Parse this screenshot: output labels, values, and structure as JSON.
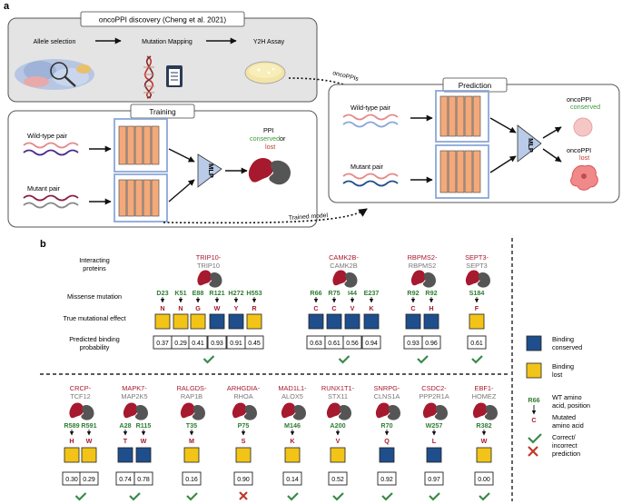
{
  "panel_a": {
    "label": "a",
    "discovery": {
      "title": "oncoPPI discovery (Cheng et al. 2021)",
      "steps": [
        "Allele selection",
        "Mutation Mapping",
        "Y2H Assay"
      ],
      "link_label": "oncoPPIs"
    },
    "training": {
      "title": "Training",
      "wildtype_label": "Wild-type pair",
      "mutant_label": "Mutant pair",
      "mlp_label": "MLP",
      "ppi_label": "PPI",
      "conserved_label": "conserved",
      "or_label": " or",
      "lost_label": "lost",
      "trained_model_label": "Trained model"
    },
    "prediction": {
      "title": "Prediction",
      "wildtype_label": "Wild-type pair",
      "mutant_label": "Mutant pair",
      "mlp_label": "MLP",
      "oncoppi_label": "oncoPPI",
      "conserved_label": "conserved",
      "lost_label": "lost"
    }
  },
  "panel_b": {
    "label": "b",
    "row_labels": {
      "interacting_1": "Interacting",
      "interacting_2": "proteins",
      "missense": "Missense mutation",
      "effect": "True mutational effect",
      "predicted_1": "Predicted binding",
      "predicted_2": "probability"
    },
    "top_groups": [
      {
        "p1": "TRIP10-",
        "p2": "TRIP10",
        "muts": [
          {
            "wt": "D23",
            "mut": "N",
            "effect": "lost",
            "prob": "0.37"
          },
          {
            "wt": "K51",
            "mut": "N",
            "effect": "lost",
            "prob": "0.29"
          },
          {
            "wt": "E88",
            "mut": "G",
            "effect": "lost",
            "prob": "0.41"
          },
          {
            "wt": "R121",
            "mut": "W",
            "effect": "conserved",
            "prob": "0.93"
          },
          {
            "wt": "H272",
            "mut": "Y",
            "effect": "conserved",
            "prob": "0.91"
          },
          {
            "wt": "H553",
            "mut": "R",
            "effect": "lost",
            "prob": "0.45"
          }
        ]
      },
      {
        "p1": "CAMK2B-",
        "p2": "CAMK2B",
        "muts": [
          {
            "wt": "R66",
            "mut": "C",
            "effect": "conserved",
            "prob": "0.63"
          },
          {
            "wt": "R75",
            "mut": "C",
            "effect": "conserved",
            "prob": "0.61"
          },
          {
            "wt": "I44",
            "mut": "V",
            "effect": "conserved",
            "prob": "0.56"
          },
          {
            "wt": "E237",
            "mut": "K",
            "effect": "conserved",
            "prob": "0.94"
          }
        ]
      },
      {
        "p1": "RBPMS2-",
        "p2": "RBPMS2",
        "muts": [
          {
            "wt": "R92",
            "mut": "C",
            "effect": "conserved",
            "prob": "0.93"
          },
          {
            "wt": "R92",
            "mut": "H",
            "effect": "conserved",
            "prob": "0.96"
          }
        ]
      },
      {
        "p1": "SEPT3-",
        "p2": "SEPT3",
        "muts": [
          {
            "wt": "S184",
            "mut": "F",
            "effect": "lost",
            "prob": "0.61"
          }
        ]
      }
    ],
    "bottom_groups": [
      {
        "p1": "CRCP-",
        "p2": "TCF12",
        "result": "correct",
        "muts": [
          {
            "wt": "R589",
            "mut": "H",
            "effect": "lost",
            "prob": "0.30"
          },
          {
            "wt": "R591",
            "mut": "W",
            "effect": "lost",
            "prob": "0.29"
          }
        ]
      },
      {
        "p1": "MAPK7-",
        "p2": "MAP2K5",
        "result": "correct",
        "muts": [
          {
            "wt": "A28",
            "mut": "T",
            "effect": "conserved",
            "prob": "0.74"
          },
          {
            "wt": "R115",
            "mut": "W",
            "effect": "conserved",
            "prob": "0.78"
          }
        ]
      },
      {
        "p1": "RALGDS-",
        "p2": "RAP1B",
        "result": "correct",
        "muts": [
          {
            "wt": "T35",
            "mut": "M",
            "effect": "lost",
            "prob": "0.16"
          }
        ]
      },
      {
        "p1": "ARHGDIA-",
        "p2": "RHOA",
        "result": "incorrect",
        "muts": [
          {
            "wt": "P75",
            "mut": "S",
            "effect": "lost",
            "prob": "0.90"
          }
        ]
      },
      {
        "p1": "MAD1L1-",
        "p2": "ALOX5",
        "result": "correct",
        "muts": [
          {
            "wt": "M146",
            "mut": "K",
            "effect": "lost",
            "prob": "0.14"
          }
        ]
      },
      {
        "p1": "RUNX1T1-",
        "p2": "STX11",
        "result": "correct",
        "muts": [
          {
            "wt": "A200",
            "mut": "V",
            "effect": "lost",
            "prob": "0.52"
          }
        ]
      },
      {
        "p1": "SNRPG-",
        "p2": "CLNS1A",
        "result": "correct",
        "muts": [
          {
            "wt": "R70",
            "mut": "Q",
            "effect": "conserved",
            "prob": "0.92"
          }
        ]
      },
      {
        "p1": "CSDC2-",
        "p2": "PPP2R1A",
        "result": "correct",
        "muts": [
          {
            "wt": "W257",
            "mut": "L",
            "effect": "conserved",
            "prob": "0.97"
          }
        ]
      },
      {
        "p1": "EBF1-",
        "p2": "HOMEZ",
        "result": "correct",
        "muts": [
          {
            "wt": "R382",
            "mut": "W",
            "effect": "lost",
            "prob": "0.00"
          }
        ]
      }
    ],
    "legend": {
      "conserved_1": "Binding",
      "conserved_2": "conserved",
      "lost_1": "Binding",
      "lost_2": "lost",
      "example_wt": "R66",
      "example_mut": "C",
      "wt_desc_1": "WT amino",
      "wt_desc_2": "acid, position",
      "mut_desc_1": "Mutated",
      "mut_desc_2": "amino acid",
      "pred_desc_1": "Correct/",
      "pred_desc_2": "incorrect",
      "pred_desc_3": "prediction"
    }
  },
  "colors": {
    "conserved": "#1f4e8c",
    "lost": "#f2c418",
    "wt_text": "#2e7d32",
    "mut_text": "#a6192e",
    "protein1": "#a6192e",
    "protein2": "#777777",
    "check": "#3a8a4a",
    "cross": "#c0392b",
    "conserved_text": "#3a9a3a",
    "lost_text": "#c0392b"
  }
}
